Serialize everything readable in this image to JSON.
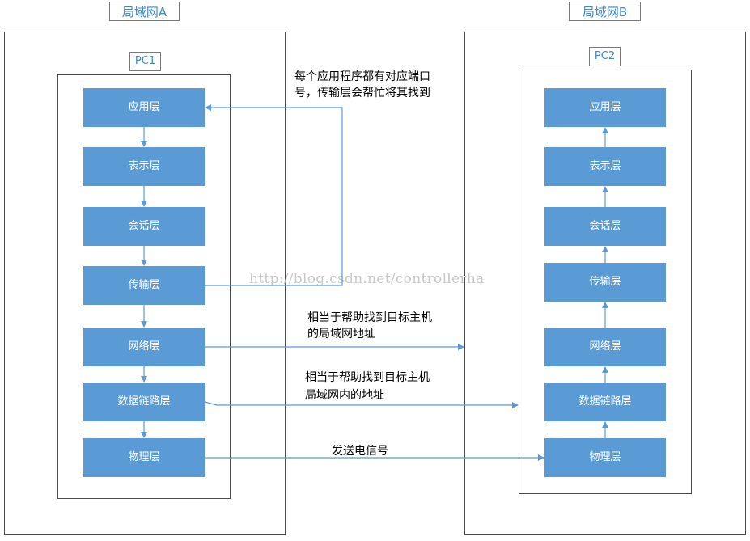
{
  "lan_a": {
    "title": "局域网A",
    "pc": "PC1"
  },
  "lan_b": {
    "title": "局域网B",
    "pc": "PC2"
  },
  "layers": [
    "应用层",
    "表示层",
    "会话层",
    "传输层",
    "网络层",
    "数据链路层",
    "物理层"
  ],
  "notes": {
    "transport_line1": "每个应用程序都有对应端口",
    "transport_line2": "号，传输层会帮忙将其找到",
    "network_line1": "相当于帮助找到目标主机",
    "network_line2": "的局域网地址",
    "datalink_line1": "相当于帮助找到目标主机",
    "datalink_line2": "局域网内的地址",
    "physical": "发送电信号"
  },
  "watermark": "http://blog.csdn.net/controllerha",
  "colors": {
    "layer_fill": "#5b9bd5",
    "line": "#5b9bd5",
    "label_text": "#3e86c8"
  }
}
